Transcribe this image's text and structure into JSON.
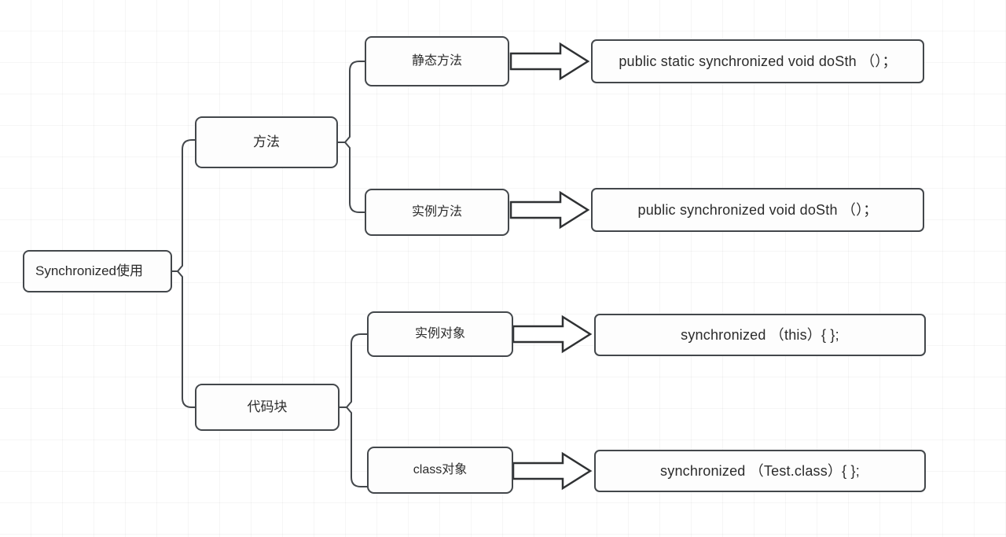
{
  "diagram": {
    "title": "Synchronized使用",
    "background": "#ffffff",
    "grid_color": "#f0f0f0",
    "node_border_color": "#43474b",
    "node_fill_color": "#fdfdfd",
    "text_color": "#2b2b2b",
    "root": {
      "label": "Synchronized使用"
    },
    "branches": [
      {
        "label": "方法",
        "children": [
          {
            "label": "静态方法",
            "code": "public static  synchronized void doSth （）；"
          },
          {
            "label": "实例方法",
            "code": "public   synchronized void doSth （）；"
          }
        ]
      },
      {
        "label": "代码块",
        "children": [
          {
            "label": "实例对象",
            "code": "synchronized （this）{ };"
          },
          {
            "label": "class对象",
            "code": "synchronized （Test.class）{ };"
          }
        ]
      }
    ]
  }
}
